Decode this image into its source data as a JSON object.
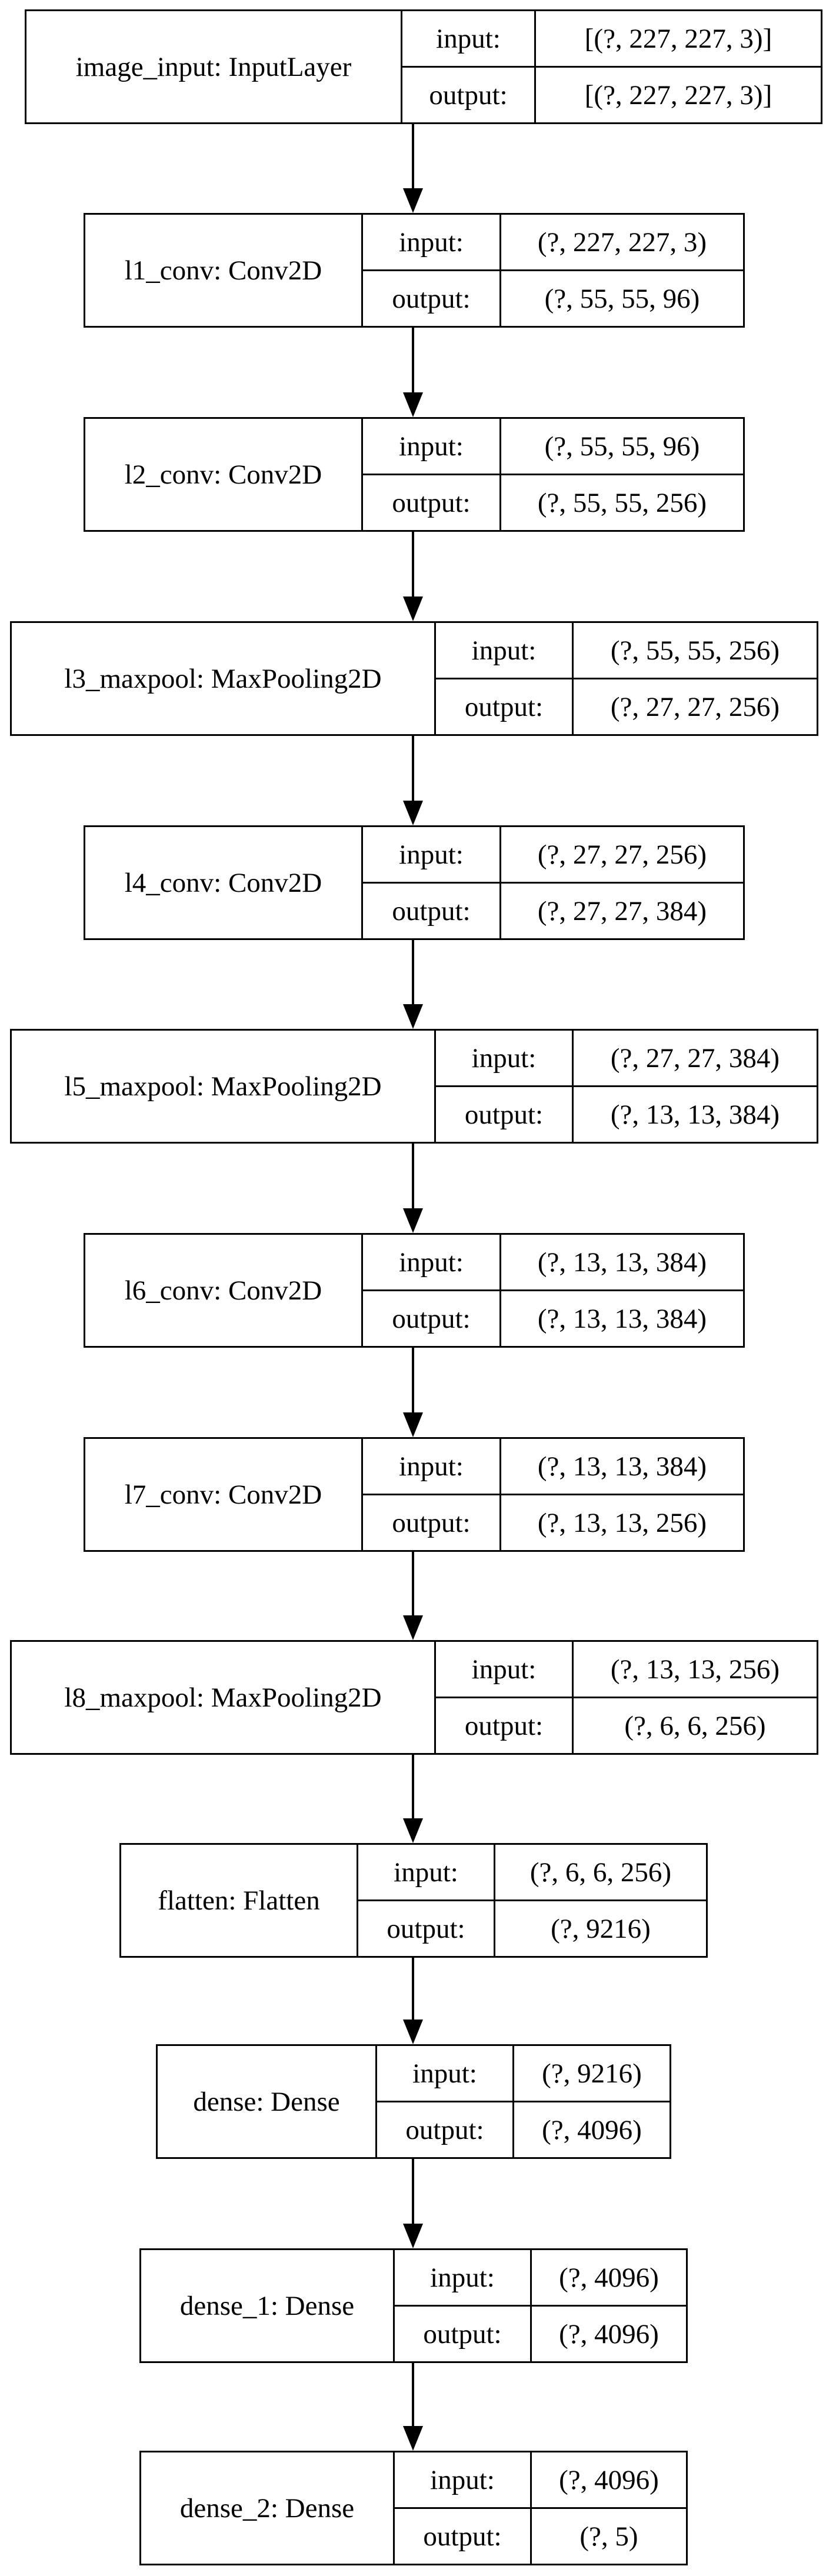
{
  "layers": [
    {
      "name": "image_input: InputLayer",
      "input_label": "input:",
      "output_label": "output:",
      "input": "[(?, 227, 227, 3)]",
      "output": "[(?, 227, 227, 3)]"
    },
    {
      "name": "l1_conv: Conv2D",
      "input_label": "input:",
      "output_label": "output:",
      "input": "(?, 227, 227, 3)",
      "output": "(?, 55, 55, 96)"
    },
    {
      "name": "l2_conv: Conv2D",
      "input_label": "input:",
      "output_label": "output:",
      "input": "(?, 55, 55, 96)",
      "output": "(?, 55, 55, 256)"
    },
    {
      "name": "l3_maxpool: MaxPooling2D",
      "input_label": "input:",
      "output_label": "output:",
      "input": "(?, 55, 55, 256)",
      "output": "(?, 27, 27, 256)"
    },
    {
      "name": "l4_conv: Conv2D",
      "input_label": "input:",
      "output_label": "output:",
      "input": "(?, 27, 27, 256)",
      "output": "(?, 27, 27, 384)"
    },
    {
      "name": "l5_maxpool: MaxPooling2D",
      "input_label": "input:",
      "output_label": "output:",
      "input": "(?, 27, 27, 384)",
      "output": "(?, 13, 13, 384)"
    },
    {
      "name": "l6_conv: Conv2D",
      "input_label": "input:",
      "output_label": "output:",
      "input": "(?, 13, 13, 384)",
      "output": "(?, 13, 13, 384)"
    },
    {
      "name": "l7_conv: Conv2D",
      "input_label": "input:",
      "output_label": "output:",
      "input": "(?, 13, 13, 384)",
      "output": "(?, 13, 13, 256)"
    },
    {
      "name": "l8_maxpool: MaxPooling2D",
      "input_label": "input:",
      "output_label": "output:",
      "input": "(?, 13, 13, 256)",
      "output": "(?, 6, 6, 256)"
    },
    {
      "name": "flatten: Flatten",
      "input_label": "input:",
      "output_label": "output:",
      "input": "(?, 6, 6, 256)",
      "output": "(?, 9216)"
    },
    {
      "name": "dense: Dense",
      "input_label": "input:",
      "output_label": "output:",
      "input": "(?, 9216)",
      "output": "(?, 4096)"
    },
    {
      "name": "dense_1: Dense",
      "input_label": "input:",
      "output_label": "output:",
      "input": "(?, 4096)",
      "output": "(?, 4096)"
    },
    {
      "name": "dense_2: Dense",
      "input_label": "input:",
      "output_label": "output:",
      "input": "(?, 4096)",
      "output": "(?, 5)"
    }
  ]
}
